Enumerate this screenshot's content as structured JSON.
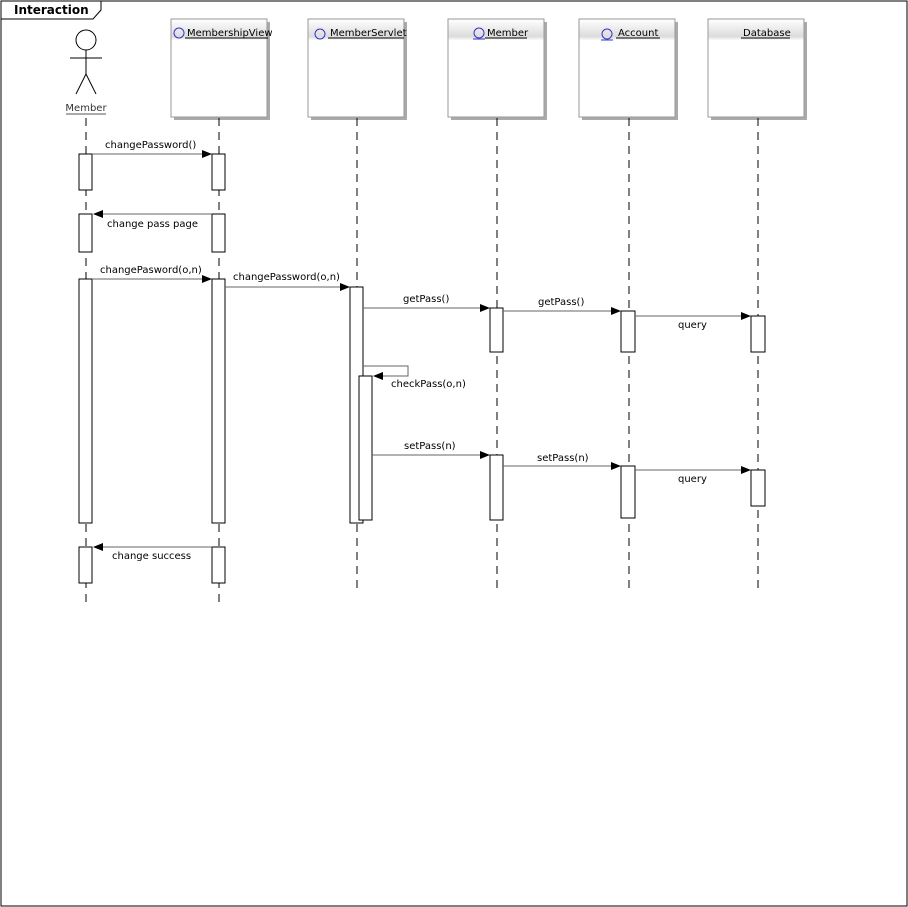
{
  "frame": {
    "title": "Interaction"
  },
  "actor": {
    "name": "Member"
  },
  "objects": [
    {
      "name": "MembershipView",
      "kind": "boundary"
    },
    {
      "name": "MemberServlet",
      "kind": "control"
    },
    {
      "name": "Member",
      "kind": "entity"
    },
    {
      "name": "Account",
      "kind": "entity"
    },
    {
      "name": "Database",
      "kind": "plain"
    }
  ],
  "messages": [
    {
      "label": "changePassword()"
    },
    {
      "label": "change pass page"
    },
    {
      "label": "changePasword(o,n)"
    },
    {
      "label": "changePassword(o,n)"
    },
    {
      "label": "getPass()"
    },
    {
      "label": "getPass()"
    },
    {
      "label": "query"
    },
    {
      "label": "checkPass(o,n)"
    },
    {
      "label": "setPass(n)"
    },
    {
      "label": "setPass(n)"
    },
    {
      "label": "query"
    },
    {
      "label": "change success"
    }
  ]
}
